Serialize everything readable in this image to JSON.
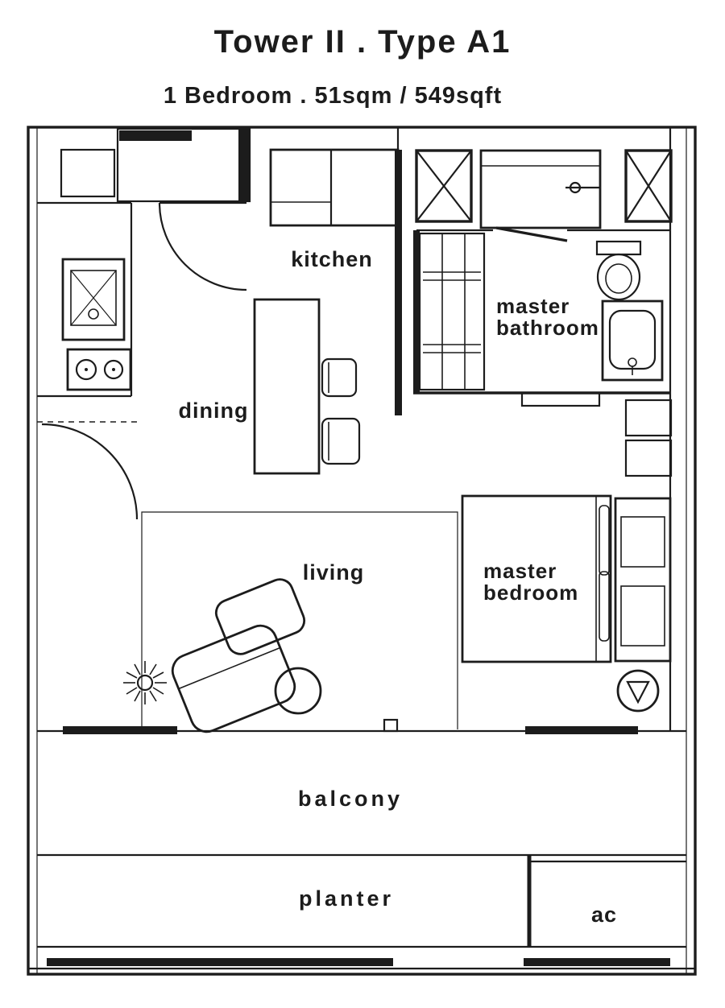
{
  "header": {
    "title": "Tower II . Type A1",
    "subtitle": "1 Bedroom . 51sqm / 549sqft"
  },
  "labels": {
    "kitchen": "kitchen",
    "dining": "dining",
    "living": "living",
    "balcony": "balcony",
    "planter": "planter",
    "ac": "ac",
    "master_bathroom_line1": "master",
    "master_bathroom_line2": "bathroom",
    "master_bedroom_line1": "master",
    "master_bedroom_line2": "bedroom"
  },
  "colors": {
    "ink": "#1c1c1c",
    "background": "#ffffff"
  }
}
